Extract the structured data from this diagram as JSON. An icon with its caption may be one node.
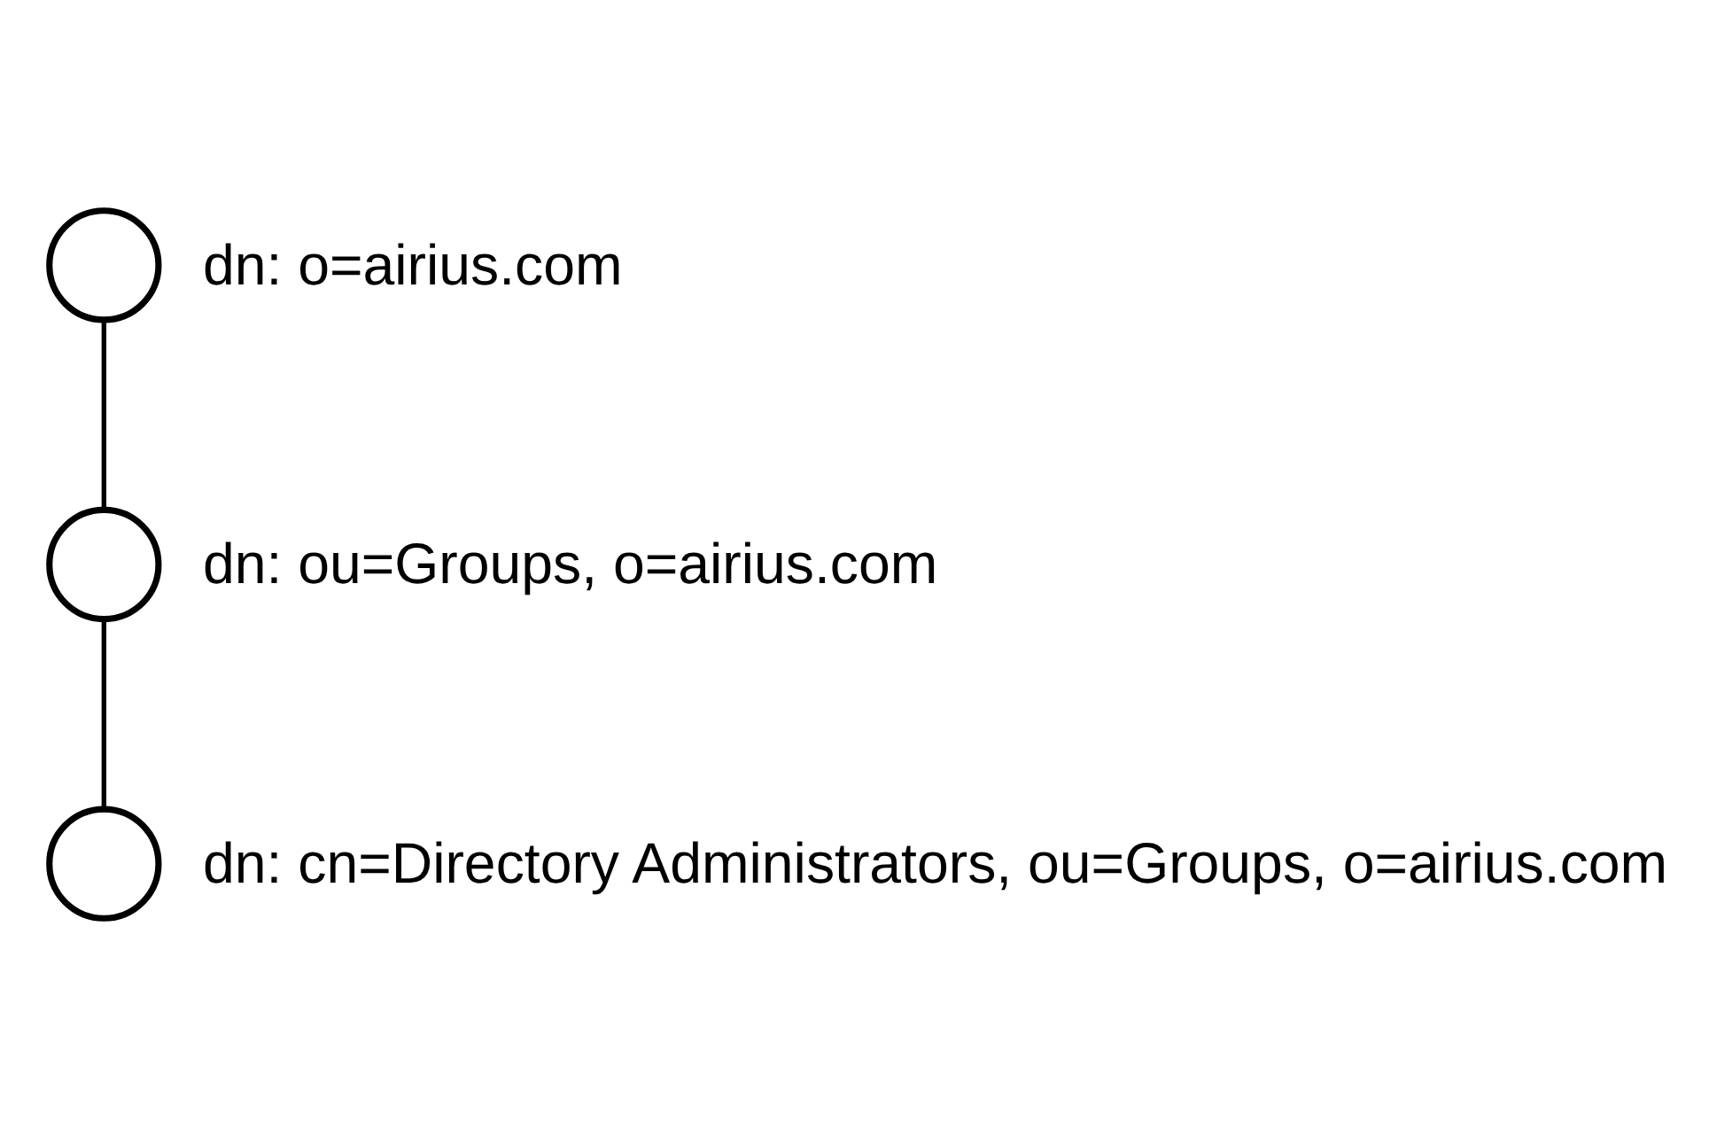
{
  "diagram": {
    "nodes": [
      {
        "text": [],
        "shape": "circle",
        "beside": [
          "dn: o=airius.com"
        ]
      },
      {
        "text": [],
        "shape": "circle",
        "beside": [
          "dn: ou=Groups, o=airius.com"
        ]
      },
      {
        "text": [],
        "shape": "circle",
        "beside": [
          "dn: cn=Directory Administrators, ou=Groups, o=airius.com"
        ]
      }
    ],
    "edges": [
      {
        "from": 0,
        "to": 1,
        "arrow": "none"
      },
      {
        "from": 1,
        "to": 2,
        "arrow": "none"
      }
    ]
  }
}
